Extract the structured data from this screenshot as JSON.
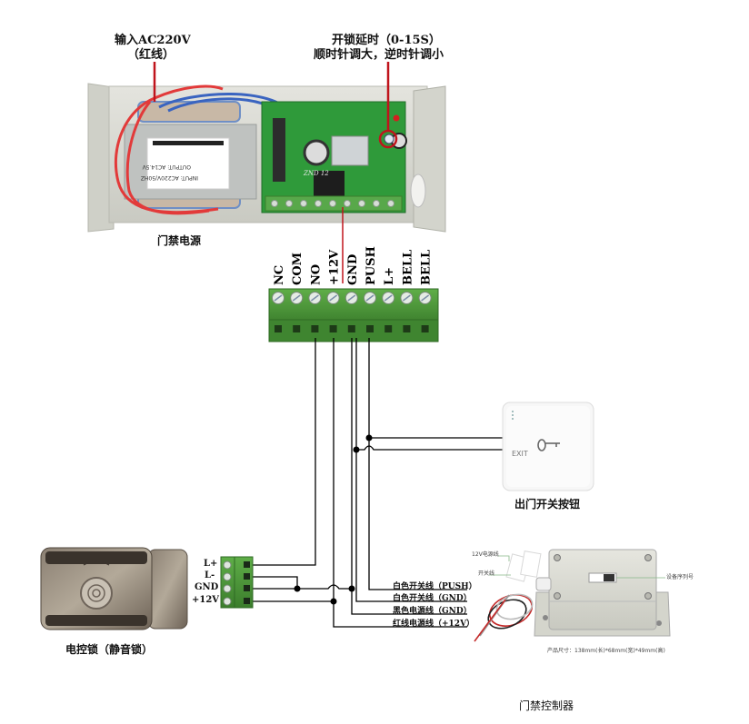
{
  "title_annotations": {
    "ac_input_line1": "输入AC220V",
    "ac_input_line2": "（红线）",
    "delay_line1": "开锁延时（0-15S）",
    "delay_line2": "顺时针调大，逆时针调小"
  },
  "power_supply": {
    "caption": "门禁电源",
    "transformer_output": "OUTPUT: AC14.5V",
    "transformer_input": "INPUT: AC220V/50HZ",
    "relay_mark": "ZND 12"
  },
  "terminal_block": {
    "pins": [
      "NC",
      "COM",
      "NO",
      "+12V",
      "GND",
      "PUSH",
      "L+",
      "BELL",
      "BELL"
    ]
  },
  "exit_button": {
    "caption": "出门开关按钮",
    "face_text": "EXIT"
  },
  "lock": {
    "caption": "电控锁（静音锁）",
    "terminals": [
      "L+",
      "L-",
      "GND",
      "+12V"
    ]
  },
  "controller": {
    "caption": "门禁控制器",
    "wires": [
      "白色开关线（PUSH）",
      "白色开关线（GND）",
      "黑色电源线（GND）",
      "红线电源线（+12V）"
    ],
    "tag_12v": "12V电源线",
    "tag_switch": "开关线",
    "serial_label": "设备序列号",
    "dimensions": "产品尺寸：138mm(长)*68mm(宽)*49mm(高)"
  },
  "colors": {
    "indicator_red": "#c0141c",
    "terminal_green": "#4e9a3c",
    "pcb_green": "#2f9a3a",
    "wire_black": "#000000"
  }
}
